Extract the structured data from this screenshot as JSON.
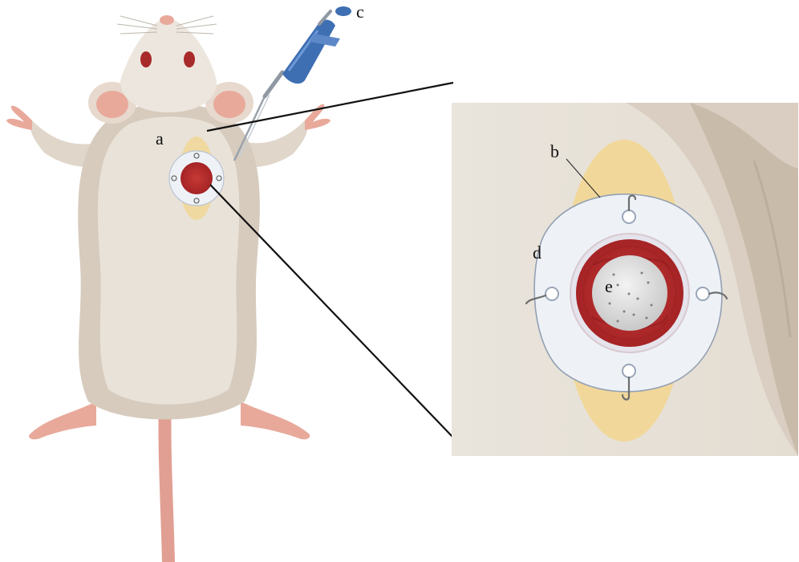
{
  "labels": {
    "a": "a",
    "b": "b",
    "c": "c",
    "d": "d",
    "e": "e"
  },
  "colors": {
    "fur": "#e6ddd2",
    "fur_shade": "#cfc3b4",
    "skin_pink": "#e8a99b",
    "tail": "#e19f93",
    "wound_red": "#b8292b",
    "gel_yellow": "#f2d68f",
    "ring_white": "#eef2f7",
    "pipette_blue": "#3f6fb3",
    "line": "#111111"
  },
  "icons": {
    "pipette": "pipette-icon",
    "suture": "suture-icon",
    "mouse": "mouse-illustration"
  }
}
